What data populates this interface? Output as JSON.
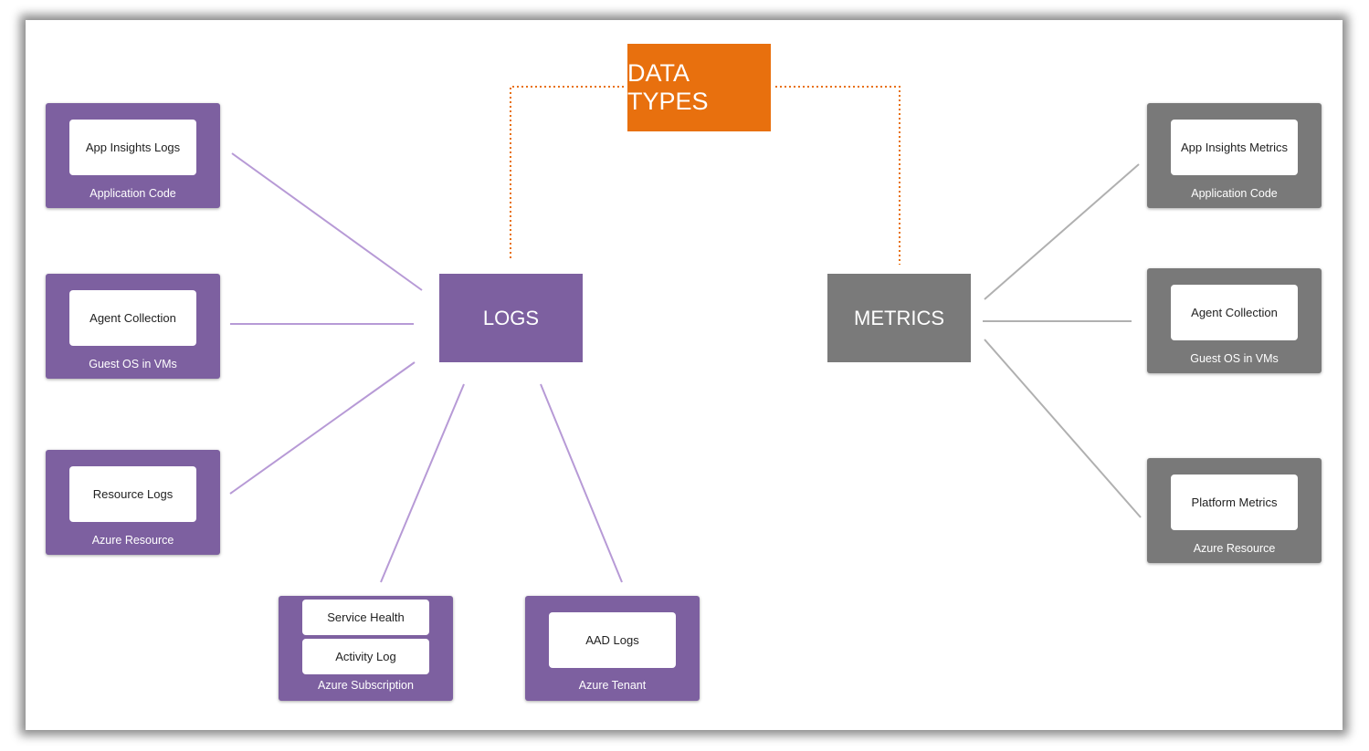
{
  "title": "DATA TYPES",
  "colors": {
    "logs": "#7d60a0",
    "metrics": "#7a7a7a",
    "types": "#e8700e"
  },
  "logs": {
    "label": "LOGS",
    "sources": [
      {
        "item": "App Insights Logs",
        "source": "Application Code"
      },
      {
        "item": "Agent Collection",
        "source": "Guest OS in VMs"
      },
      {
        "item": "Resource Logs",
        "source": "Azure Resource"
      },
      {
        "items": [
          "Service Health",
          "Activity Log"
        ],
        "source": "Azure Subscription"
      },
      {
        "item": "AAD Logs",
        "source": "Azure Tenant"
      }
    ]
  },
  "metrics": {
    "label": "METRICS",
    "sources": [
      {
        "item": "App Insights Metrics",
        "source": "Application Code"
      },
      {
        "item": "Agent Collection",
        "source": "Guest OS in VMs"
      },
      {
        "item": "Platform Metrics",
        "source": "Azure Resource"
      }
    ]
  }
}
